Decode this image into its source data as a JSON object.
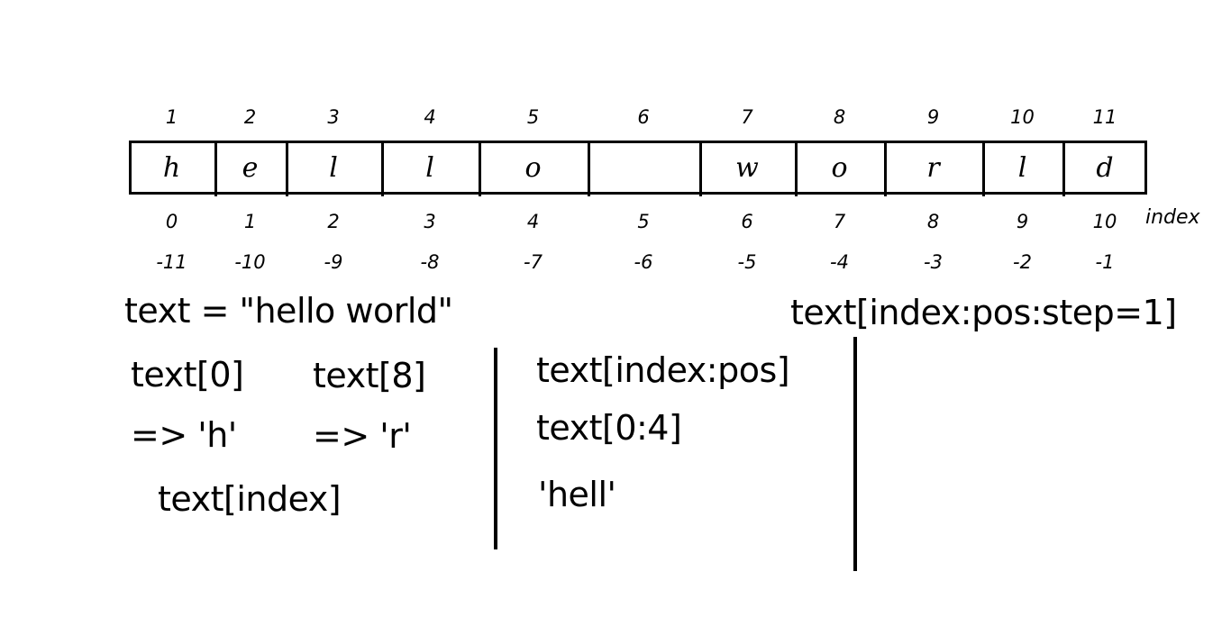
{
  "strip": {
    "chars": [
      "h",
      "e",
      "l",
      "l",
      "o",
      "",
      "w",
      "o",
      "r",
      "l",
      "d"
    ],
    "top_numbers": [
      "1",
      "2",
      "3",
      "4",
      "5",
      "6",
      "7",
      "8",
      "9",
      "10",
      "11"
    ],
    "positive_index": [
      "0",
      "1",
      "2",
      "3",
      "4",
      "5",
      "6",
      "7",
      "8",
      "9",
      "10"
    ],
    "negative_index": [
      "-11",
      "-10",
      "-9",
      "-8",
      "-7",
      "-6",
      "-5",
      "-4",
      "-3",
      "-2",
      "-1"
    ],
    "index_label": "index"
  },
  "notes": {
    "assignment": "text = \"hello world\"",
    "step_syntax": "text[index:pos:step=1]",
    "example1_expr": "text[0]",
    "example1_result": "=> 'h'",
    "example2_expr": "text[8]",
    "example2_result": "=> 'r'",
    "index_syntax": "text[index]",
    "slice_syntax": "text[index:pos]",
    "slice_example": "text[0:4]",
    "slice_result": "'hell'"
  }
}
